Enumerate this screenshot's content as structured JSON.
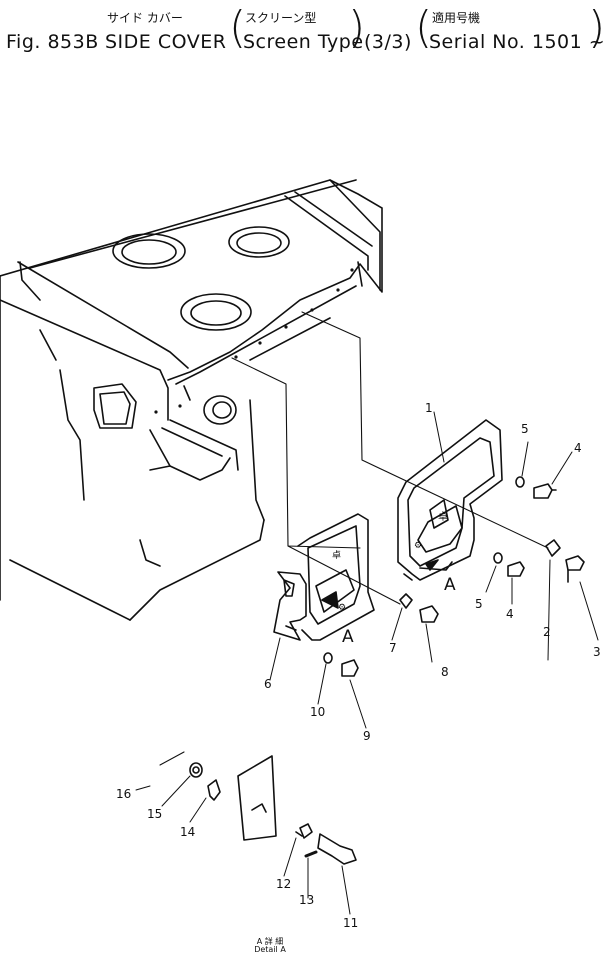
{
  "header": {
    "jp_title": "サイド カバー",
    "jp_screen": "スクリーン型",
    "jp_serial": "適用号機",
    "fig": "Fig. 853B",
    "title": "SIDE COVER",
    "type": "Screen Type",
    "sheet": "(3/3)",
    "serial": "Serial No. 1501 ~"
  },
  "callouts": [
    {
      "id": "p1",
      "label": "1"
    },
    {
      "id": "p2",
      "label": "2"
    },
    {
      "id": "p3",
      "label": "3"
    },
    {
      "id": "p4a",
      "label": "4"
    },
    {
      "id": "p4b",
      "label": "4"
    },
    {
      "id": "p5a",
      "label": "5"
    },
    {
      "id": "p5b",
      "label": "5"
    },
    {
      "id": "p6",
      "label": "6"
    },
    {
      "id": "p7",
      "label": "7"
    },
    {
      "id": "p8",
      "label": "8"
    },
    {
      "id": "p9",
      "label": "9"
    },
    {
      "id": "p10",
      "label": "10"
    },
    {
      "id": "p11",
      "label": "11"
    },
    {
      "id": "p12",
      "label": "12"
    },
    {
      "id": "p13",
      "label": "13"
    },
    {
      "id": "p14",
      "label": "14"
    },
    {
      "id": "p15",
      "label": "15"
    },
    {
      "id": "p16",
      "label": "16"
    }
  ],
  "view_markers": {
    "a1": "A",
    "a2": "A"
  },
  "detail": {
    "jp": "A 詳 細",
    "en": "Detail A"
  }
}
